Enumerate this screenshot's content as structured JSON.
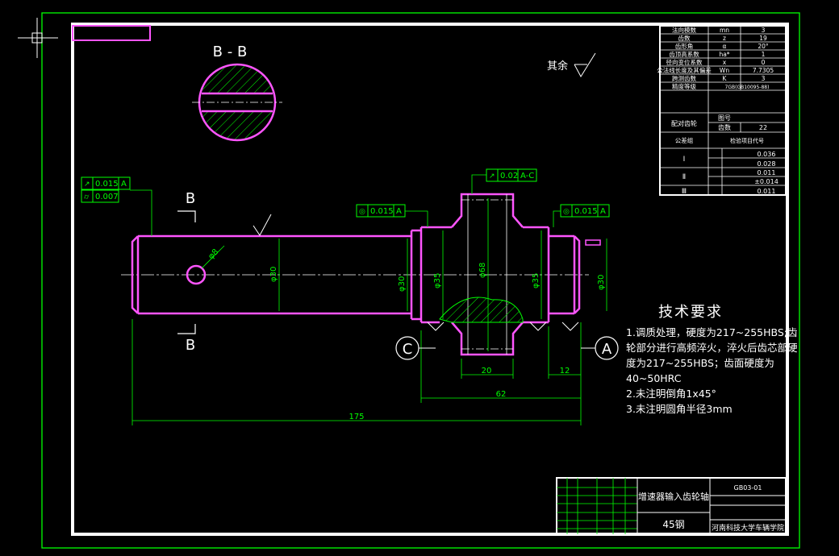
{
  "section_label": "B - B",
  "cut_label_b": "B",
  "other_surface_label": "其余",
  "tolerance_frames": {
    "left_runout": {
      "value": "0.015",
      "datum": "A"
    },
    "left_cyl": {
      "value": "0.007"
    },
    "top_runout": {
      "value": "0.02",
      "datum": "A-C"
    },
    "mid_coax": {
      "value": "0.015",
      "datum": "A"
    },
    "right_coax": {
      "value": "0.015",
      "datum": "A"
    }
  },
  "diameters": {
    "d_left": "φ30",
    "d_hole": "φ8",
    "d_mid1": "φ30",
    "d_mid2": "φ35",
    "d_gear": "φ68",
    "d_right1": "φ35",
    "d_right2": "φ30"
  },
  "dimensions": {
    "gear_width": "20",
    "right_step": "12",
    "gear_to_end": "62",
    "total": "175"
  },
  "datums": {
    "left": "C",
    "right": "A"
  },
  "tech_requirements": {
    "title": "技术要求",
    "items": [
      "1.调质处理，硬度为217~255HBS;齿轮部分进行高频淬火，淬火后齿芯部硬度为217~255HBS；齿面硬度为40~50HRC",
      "2.未注明倒角1x45°",
      "3.未注明圆角半径3mm"
    ]
  },
  "gear_params": {
    "rows": [
      [
        "法向模数",
        "mn",
        "3"
      ],
      [
        "齿数",
        "z",
        "19"
      ],
      [
        "齿形角",
        "α",
        "20°"
      ],
      [
        "齿顶高系数",
        "ha*",
        "1"
      ],
      [
        "径向变位系数",
        "x",
        "0"
      ],
      [
        "公法线长度及其偏差",
        "Wn",
        "7.7305"
      ],
      [
        "跨测齿数",
        "K",
        "3"
      ],
      [
        "精度等级",
        "",
        "7GB(GB10095-88)"
      ]
    ],
    "mating_label": "配对齿轮",
    "mating_fig": "图号",
    "mating_teeth_label": "齿数",
    "mating_teeth": "22",
    "tolerance_group_label": "公差组",
    "check_item_label": "检验项目代号",
    "group_1": "Ⅰ",
    "group_1_values": [
      "0.036",
      "0.028"
    ],
    "group_2": "Ⅱ",
    "group_2_values": [
      "0.011",
      "±0.014"
    ],
    "group_3": "Ⅲ",
    "group_3_values": [
      "0.011"
    ]
  },
  "title_block": {
    "part_name": "增速器输入齿轮轴",
    "material": "45钢",
    "school": "河南科技大学车辆学院",
    "drawing_no": "GB03-01"
  }
}
